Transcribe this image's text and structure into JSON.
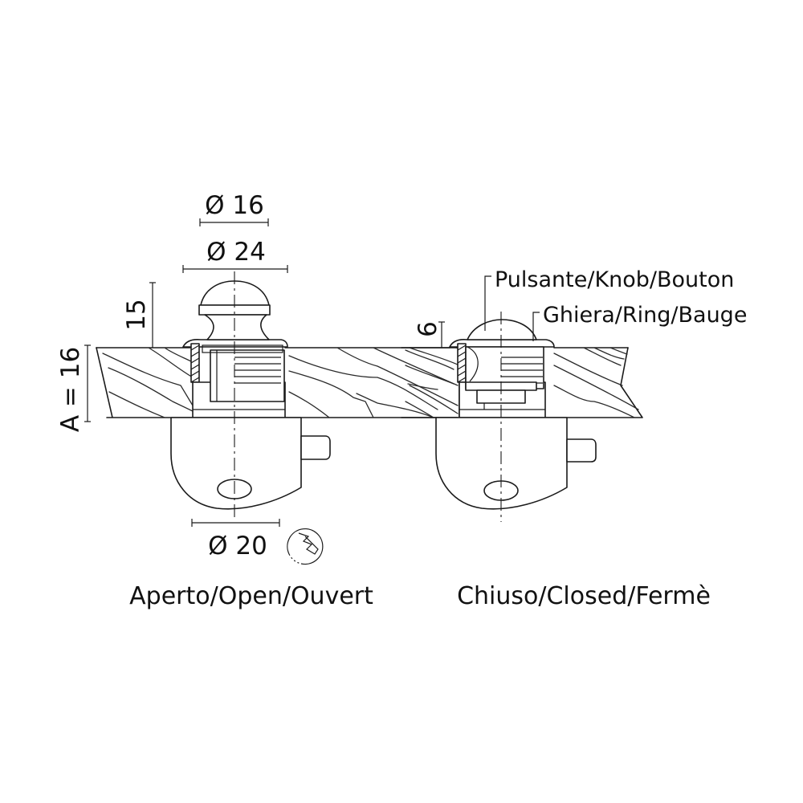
{
  "drawing": {
    "title": "Cam lock with push knob – technical drawing",
    "open_view": {
      "caption": "Aperto/Open/Ouvert",
      "dimensions": {
        "knob_diameter": "Ø 16",
        "ring_diameter": "Ø 24",
        "body_diameter": "Ø 20",
        "knob_height": "15",
        "thickness": "A = 16"
      },
      "key_symbol": "key-icon"
    },
    "closed_view": {
      "caption": "Chiuso/Closed/Fermè",
      "dimensions": {
        "knob_height_closed": "6"
      },
      "callouts": {
        "knob": "Pulsante/Knob/Bouton",
        "ring": "Ghiera/Ring/Bauge"
      }
    }
  }
}
